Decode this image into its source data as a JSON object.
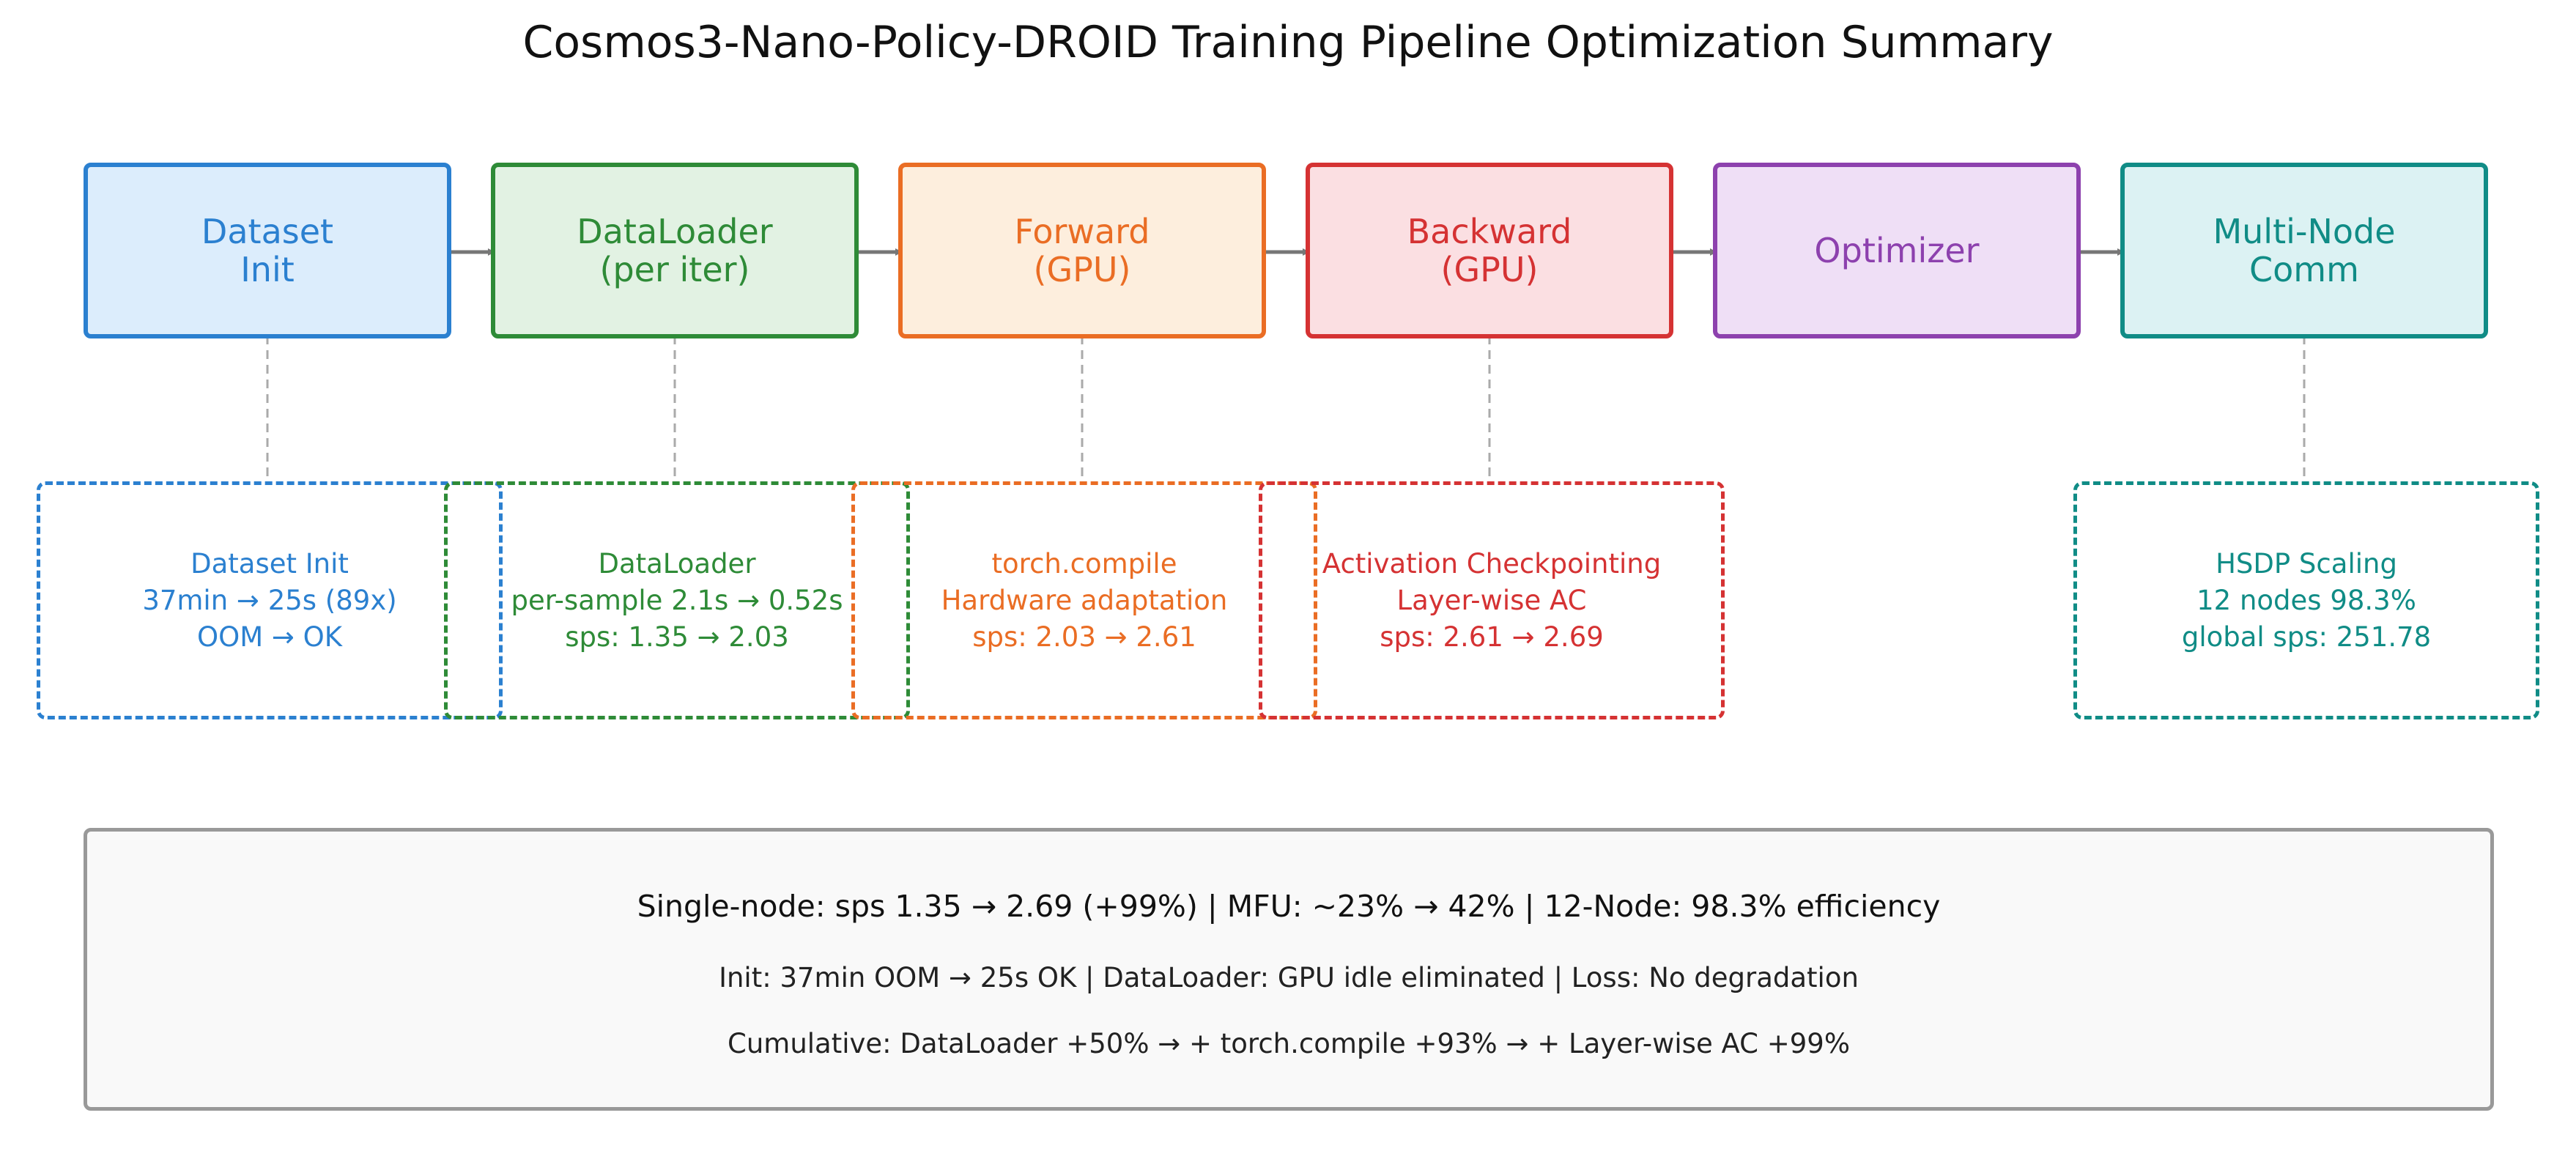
{
  "title": "Cosmos3-Nano-Policy-DROID Training Pipeline Optimization Summary",
  "stages": [
    {
      "id": "dataset-init",
      "label": "Dataset\nInit",
      "color": "#2b80d0",
      "bg": "#dcedfc"
    },
    {
      "id": "dataloader",
      "label": "DataLoader\n(per iter)",
      "color": "#2e8b37",
      "bg": "#e2f2e3"
    },
    {
      "id": "forward",
      "label": "Forward\n(GPU)",
      "color": "#ea6d24",
      "bg": "#fdeedd"
    },
    {
      "id": "backward",
      "label": "Backward\n(GPU)",
      "color": "#d53233",
      "bg": "#fbdfe2"
    },
    {
      "id": "optimizer",
      "label": "Optimizer",
      "color": "#8d41ae",
      "bg": "#efdff6"
    },
    {
      "id": "multi-node-comm",
      "label": "Multi-Node\nComm",
      "color": "#108c86",
      "bg": "#dcf2f3"
    }
  ],
  "details": [
    {
      "id": "dataset-init",
      "lines": [
        "Dataset Init",
        "37min → 25s (89x)",
        "OOM → OK"
      ]
    },
    {
      "id": "dataloader",
      "lines": [
        "DataLoader",
        "per-sample 2.1s → 0.52s",
        "sps: 1.35 → 2.03"
      ]
    },
    {
      "id": "forward",
      "lines": [
        "torch.compile",
        "Hardware adaptation",
        "sps: 2.03 → 2.61"
      ]
    },
    {
      "id": "backward",
      "lines": [
        "Activation Checkpointing",
        "Layer-wise AC",
        "sps: 2.61 → 2.69"
      ]
    },
    {
      "id": "multi-node-comm",
      "lines": [
        "HSDP Scaling",
        "12 nodes 98.3%",
        "global sps: 251.78"
      ]
    }
  ],
  "summary": {
    "line1": "Single-node: sps 1.35 → 2.69 (+99%)  |  MFU: ~23% → 42%  |  12-Node: 98.3% efficiency",
    "line2": "Init: 37min OOM → 25s OK  |  DataLoader: GPU idle eliminated  |  Loss: No degradation",
    "line3": "Cumulative: DataLoader +50%  →  + torch.compile +93%  →  + Layer-wise AC +99%"
  },
  "colors": {
    "arrow": "#777777",
    "connector": "#aaaaaa",
    "summary_border": "#999999",
    "summary_bg": "#f9f9f9"
  }
}
